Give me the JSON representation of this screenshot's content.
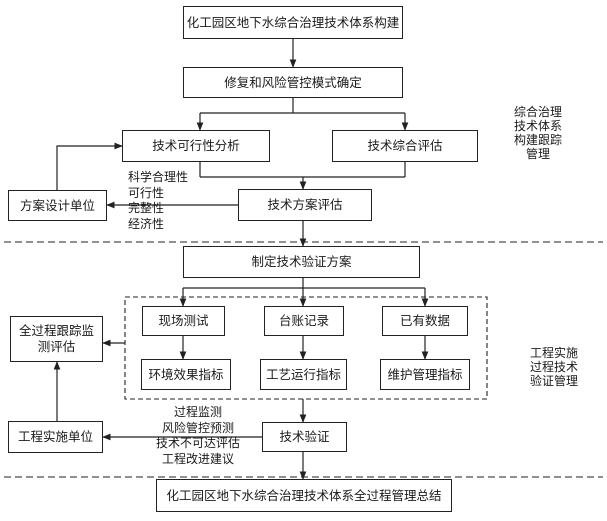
{
  "boxes": {
    "title": "化工园区地下水综合治理技术体系构建",
    "mode": "修复和风险管控模式确定",
    "feasibility": "技术可行性分析",
    "comprehensive": "技术综合评估",
    "design_unit": "方案设计单位",
    "scheme_eval": "技术方案评估",
    "verify_plan": "制定技术验证方案",
    "field_test": "现场测试",
    "ledger": "台账记录",
    "existing_data": "已有数据",
    "env_indicator": "环境效果指标",
    "process_indicator": "工艺运行指标",
    "maint_indicator": "维护管理指标",
    "tracking": "全过程跟踪监测评估",
    "impl_unit": "工程实施单位",
    "verification": "技术验证",
    "summary": "化工园区地下水综合治理技术体系全过程管理总结"
  },
  "criteria": [
    "科学合理性",
    "可行性",
    "完整性",
    "经济性"
  ],
  "outputs": [
    "过程监测",
    "风险管控预测",
    "技术不可达评估",
    "工程改进建议"
  ],
  "phases": [
    {
      "lines": [
        "综合治理",
        "技术体系",
        "构建跟踪",
        "管理"
      ]
    },
    {
      "lines": [
        "工程实施",
        "过程技术",
        "验证管理"
      ]
    }
  ]
}
